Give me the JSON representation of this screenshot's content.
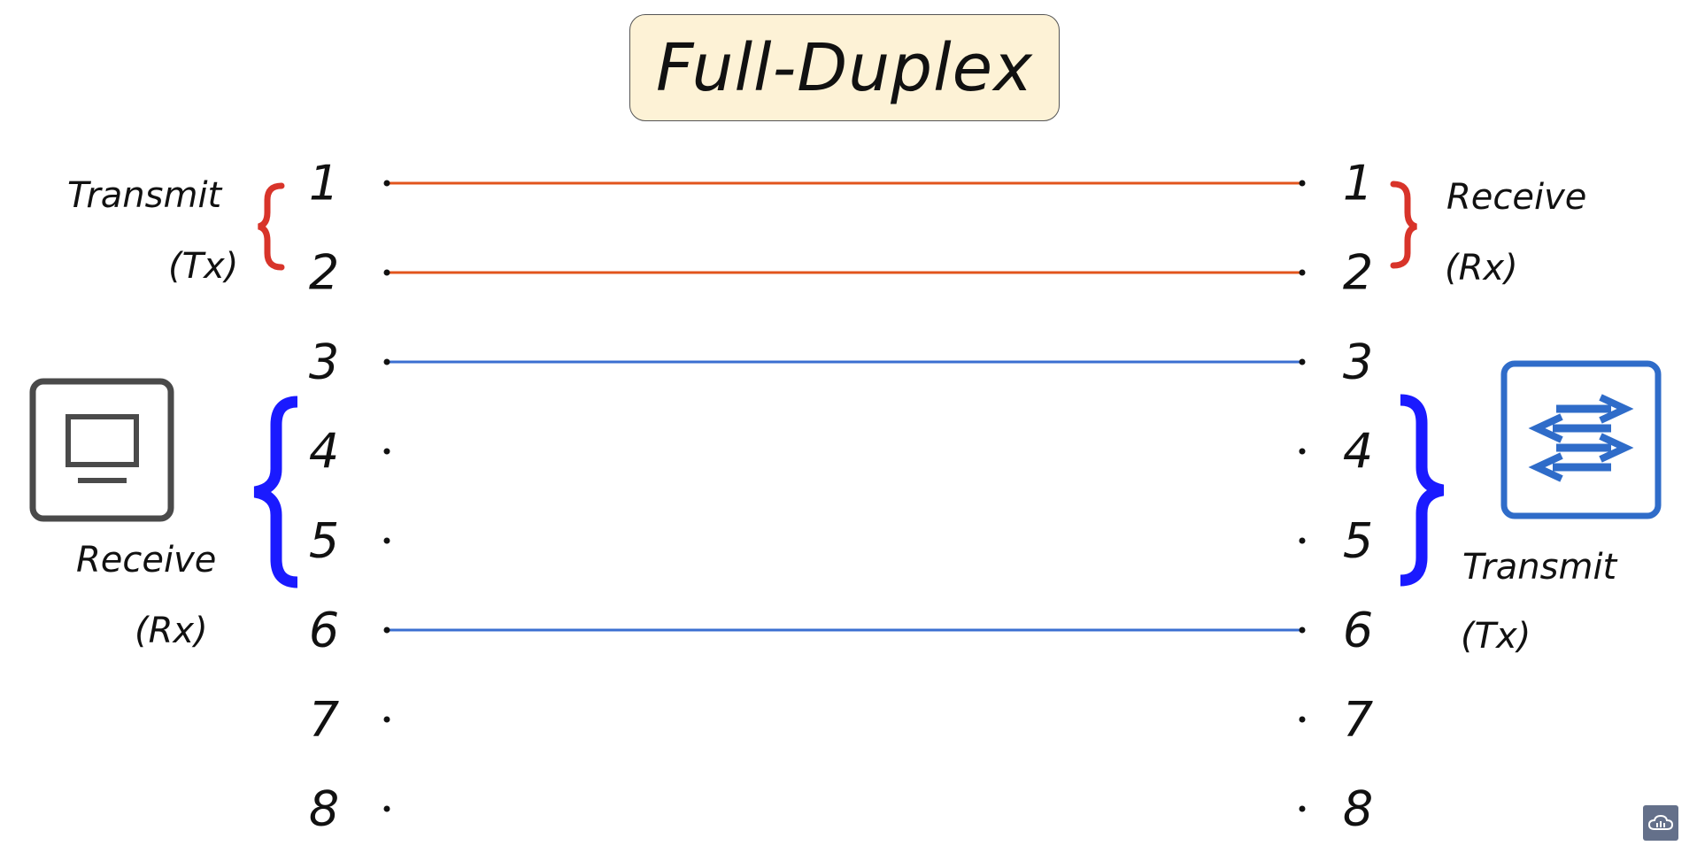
{
  "title": "Full-Duplex",
  "left_side": {
    "tx_label": "Transmit",
    "tx_sub": "(Tx)",
    "rx_label": "Receive",
    "rx_sub": "(Rx)",
    "device_icon": "pc-monitor-icon"
  },
  "right_side": {
    "rx_label": "Receive",
    "rx_sub": "(Rx)",
    "tx_label": "Transmit",
    "tx_sub": "(Tx)",
    "device_icon": "switch-arrows-icon"
  },
  "pins": [
    "1",
    "2",
    "3",
    "4",
    "5",
    "6",
    "7",
    "8"
  ],
  "wires": [
    {
      "pin": "1",
      "color": "#e2541c"
    },
    {
      "pin": "2",
      "color": "#e2541c"
    },
    {
      "pin": "3",
      "color": "#3b6fd1"
    },
    {
      "pin": "6",
      "color": "#3b6fd1"
    }
  ],
  "colors": {
    "tx_pair_brace": "#d8342a",
    "rx_pair_brace": "#1a1aff",
    "switch_icon": "#2f6cc9",
    "pc_icon": "#4a4a4a",
    "title_fill": "#fdf2d6"
  },
  "corner_badge_icon": "cloud-logo-icon"
}
